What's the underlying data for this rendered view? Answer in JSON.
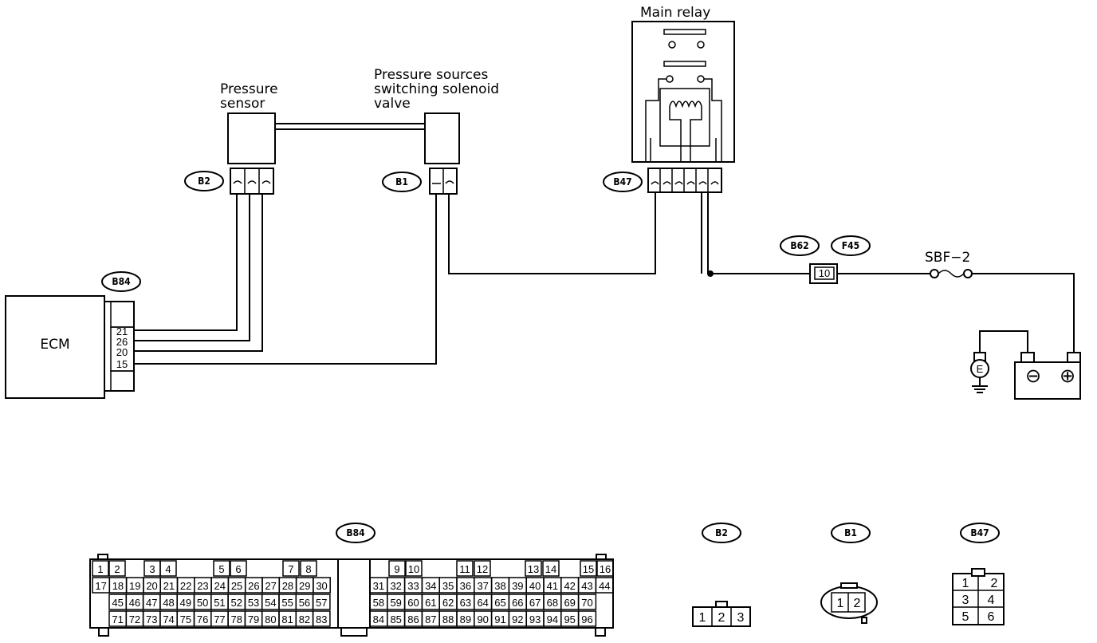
{
  "components": {
    "main_relay": "Main relay",
    "pressure_sensor": [
      "Pressure",
      "sensor"
    ],
    "solenoid": [
      "Pressure sources",
      "switching solenoid",
      "valve"
    ],
    "ecm": "ECM",
    "fuse": "SBF−2",
    "ground": "E",
    "battery_minus": "⊖",
    "battery_plus": "⊕"
  },
  "connectors": {
    "b2": "B2",
    "b1": "B1",
    "b47": "B47",
    "b84": "B84",
    "b62": "B62",
    "f45": "F45",
    "b62_pin": "10"
  },
  "ecm_pins": [
    "21",
    "26",
    "20",
    "15"
  ],
  "b84_face": {
    "row1": [
      "1",
      "2",
      "3",
      "4",
      "5",
      "6",
      "7",
      "8",
      "9",
      "10",
      "11",
      "12",
      "13",
      "14",
      "15",
      "16"
    ],
    "row2": [
      "17",
      "18",
      "19",
      "20",
      "21",
      "22",
      "23",
      "24",
      "25",
      "26",
      "27",
      "28",
      "29",
      "30",
      "31",
      "32",
      "33",
      "34",
      "35",
      "36",
      "37",
      "38",
      "39",
      "40",
      "41",
      "42",
      "43",
      "44"
    ],
    "row3": [
      "45",
      "46",
      "47",
      "48",
      "49",
      "50",
      "51",
      "52",
      "53",
      "54",
      "55",
      "56",
      "57",
      "58",
      "59",
      "60",
      "61",
      "62",
      "63",
      "64",
      "65",
      "66",
      "67",
      "68",
      "69",
      "70"
    ],
    "row4": [
      "71",
      "72",
      "73",
      "74",
      "75",
      "76",
      "77",
      "78",
      "79",
      "80",
      "81",
      "82",
      "83",
      "84",
      "85",
      "86",
      "87",
      "88",
      "89",
      "90",
      "91",
      "92",
      "93",
      "94",
      "95",
      "96"
    ]
  },
  "b2_face": [
    "1",
    "2",
    "3"
  ],
  "b1_face": [
    "1",
    "2"
  ],
  "b47_face": [
    "1",
    "2",
    "3",
    "4",
    "5",
    "6"
  ]
}
